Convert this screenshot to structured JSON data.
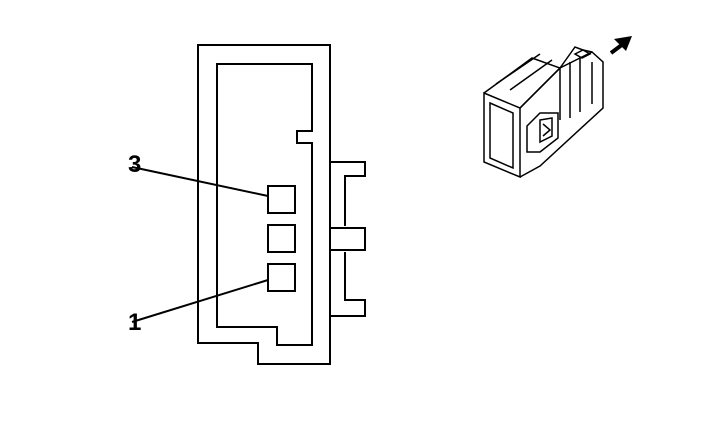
{
  "diagram": {
    "pin_labels": {
      "top": "3",
      "bottom": "1"
    },
    "pins": [
      "pin-3",
      "pin-2",
      "pin-1"
    ],
    "icons": {
      "direction_arrow": "arrow-up-right-icon",
      "connector_view": "connector-3d-icon"
    }
  }
}
